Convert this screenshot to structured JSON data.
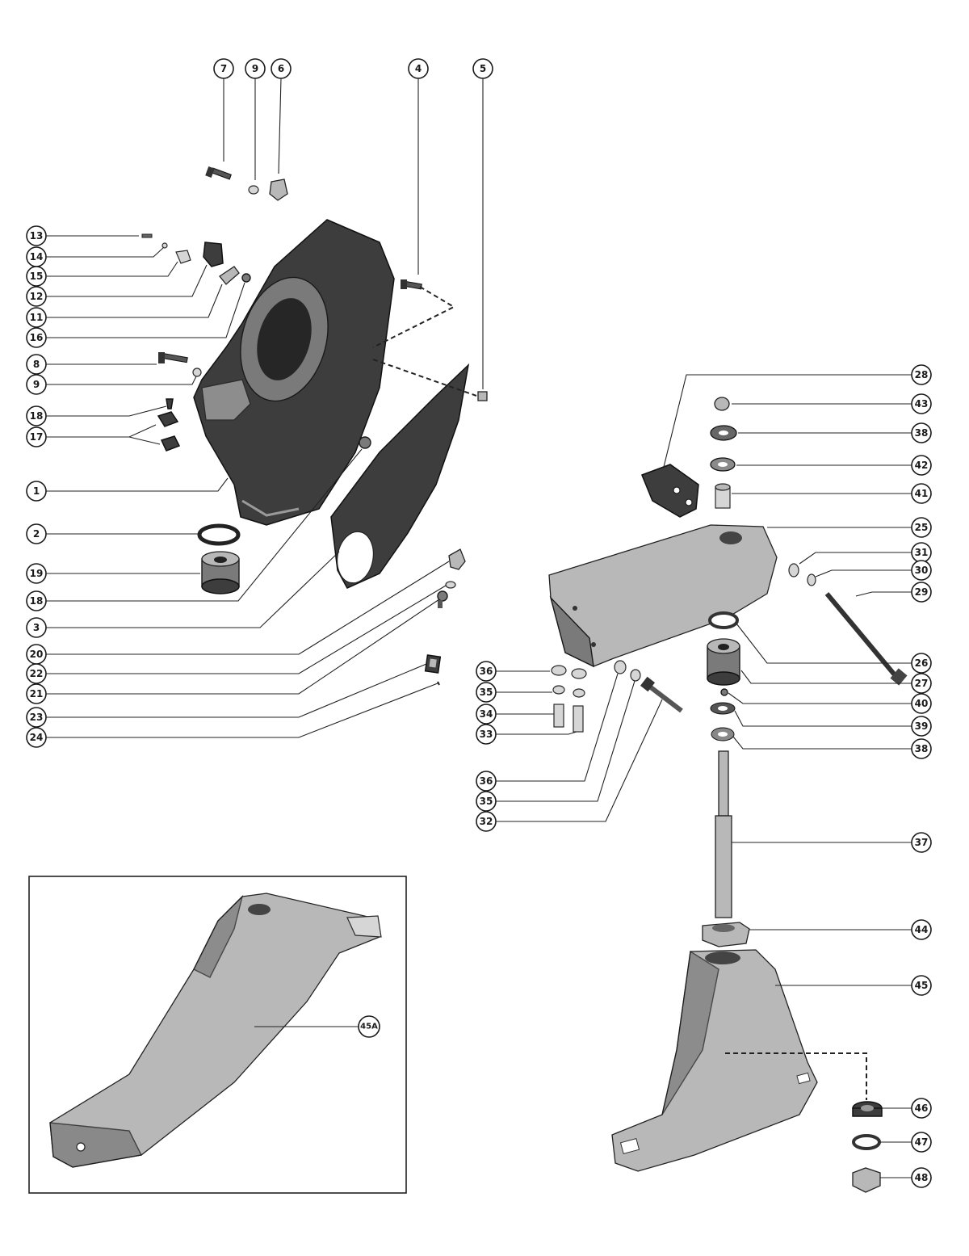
{
  "diagram": {
    "callouts": [
      {
        "id": "c7",
        "label": "7"
      },
      {
        "id": "c9a",
        "label": "9"
      },
      {
        "id": "c6",
        "label": "6"
      },
      {
        "id": "c4",
        "label": "4"
      },
      {
        "id": "c5",
        "label": "5"
      },
      {
        "id": "c13",
        "label": "13"
      },
      {
        "id": "c14",
        "label": "14"
      },
      {
        "id": "c15",
        "label": "15"
      },
      {
        "id": "c12",
        "label": "12"
      },
      {
        "id": "c11",
        "label": "11"
      },
      {
        "id": "c16",
        "label": "16"
      },
      {
        "id": "c8",
        "label": "8"
      },
      {
        "id": "c9b",
        "label": "9"
      },
      {
        "id": "c18a",
        "label": "18"
      },
      {
        "id": "c17",
        "label": "17"
      },
      {
        "id": "c1",
        "label": "1"
      },
      {
        "id": "c2",
        "label": "2"
      },
      {
        "id": "c19",
        "label": "19"
      },
      {
        "id": "c18b",
        "label": "18"
      },
      {
        "id": "c3",
        "label": "3"
      },
      {
        "id": "c20",
        "label": "20"
      },
      {
        "id": "c22",
        "label": "22"
      },
      {
        "id": "c21",
        "label": "21"
      },
      {
        "id": "c23",
        "label": "23"
      },
      {
        "id": "c24",
        "label": "24"
      },
      {
        "id": "c28",
        "label": "28"
      },
      {
        "id": "c43",
        "label": "43"
      },
      {
        "id": "c38a",
        "label": "38"
      },
      {
        "id": "c42",
        "label": "42"
      },
      {
        "id": "c41",
        "label": "41"
      },
      {
        "id": "c25",
        "label": "25"
      },
      {
        "id": "c31",
        "label": "31"
      },
      {
        "id": "c30",
        "label": "30"
      },
      {
        "id": "c29",
        "label": "29"
      },
      {
        "id": "c26",
        "label": "26"
      },
      {
        "id": "c27",
        "label": "27"
      },
      {
        "id": "c40",
        "label": "40"
      },
      {
        "id": "c39",
        "label": "39"
      },
      {
        "id": "c38b",
        "label": "38"
      },
      {
        "id": "c36a",
        "label": "36"
      },
      {
        "id": "c35a",
        "label": "35"
      },
      {
        "id": "c34",
        "label": "34"
      },
      {
        "id": "c33",
        "label": "33"
      },
      {
        "id": "c36b",
        "label": "36"
      },
      {
        "id": "c35b",
        "label": "35"
      },
      {
        "id": "c32",
        "label": "32"
      },
      {
        "id": "c37",
        "label": "37"
      },
      {
        "id": "c44",
        "label": "44"
      },
      {
        "id": "c45",
        "label": "45"
      },
      {
        "id": "c45A",
        "label": "45A"
      },
      {
        "id": "c46",
        "label": "46"
      },
      {
        "id": "c47",
        "label": "47"
      },
      {
        "id": "c48",
        "label": "48"
      }
    ]
  }
}
